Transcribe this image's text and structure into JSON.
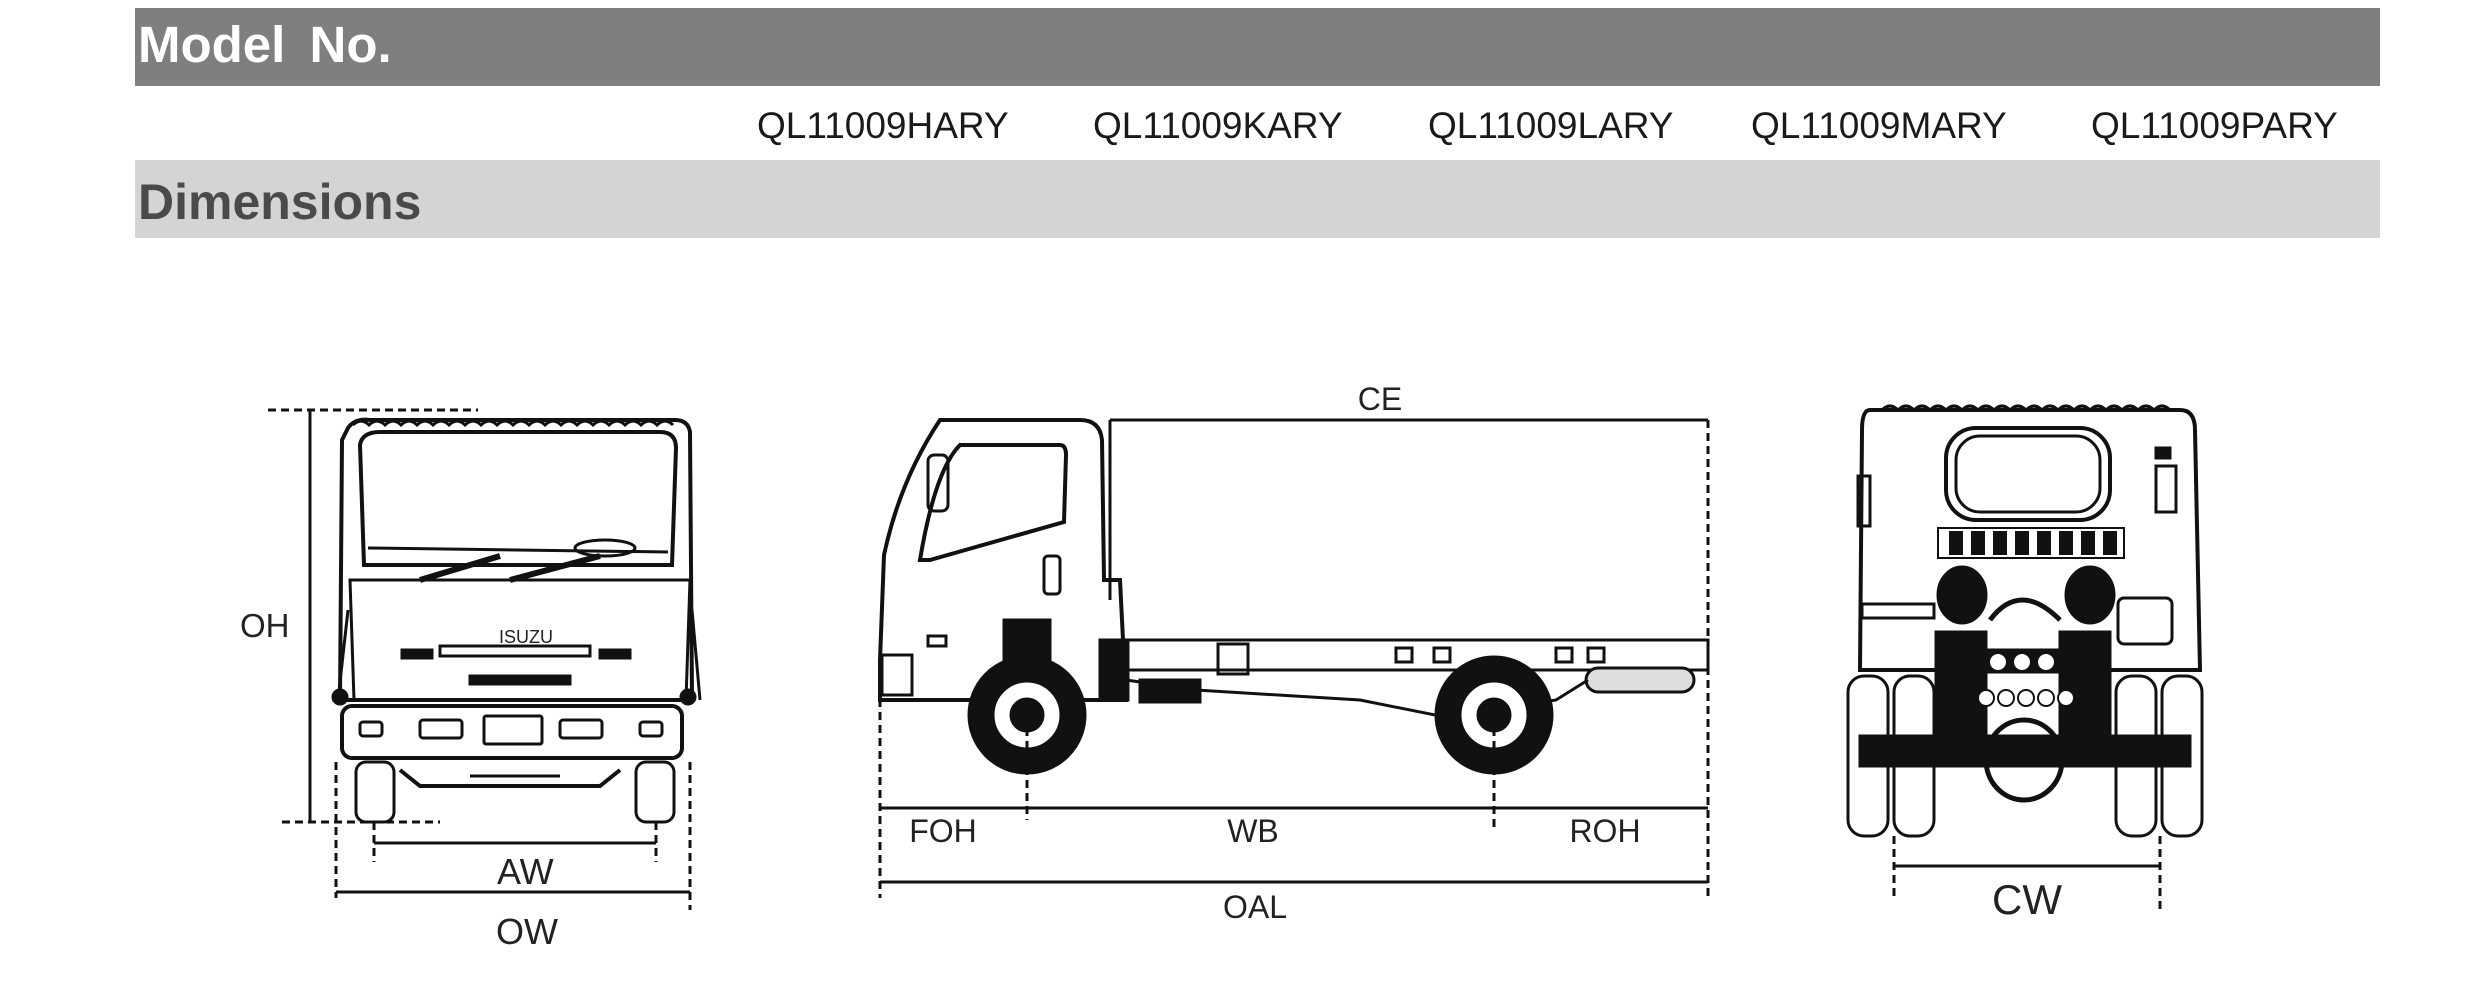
{
  "header": {
    "title": "Model  No."
  },
  "models": [
    "QL11009HARY",
    "QL11009KARY",
    "QL11009LARY",
    "QL11009MARY",
    "QL11009PARY"
  ],
  "section": {
    "title": "Dimensions"
  },
  "front_view": {
    "brand": "ISUZU",
    "labels": {
      "oh": "OH",
      "aw": "AW",
      "ow": "OW"
    }
  },
  "side_view": {
    "labels": {
      "ce": "CE",
      "foh": "FOH",
      "wb": "WB",
      "roh": "ROH",
      "oal": "OAL"
    }
  },
  "rear_view": {
    "labels": {
      "cw": "CW"
    }
  }
}
